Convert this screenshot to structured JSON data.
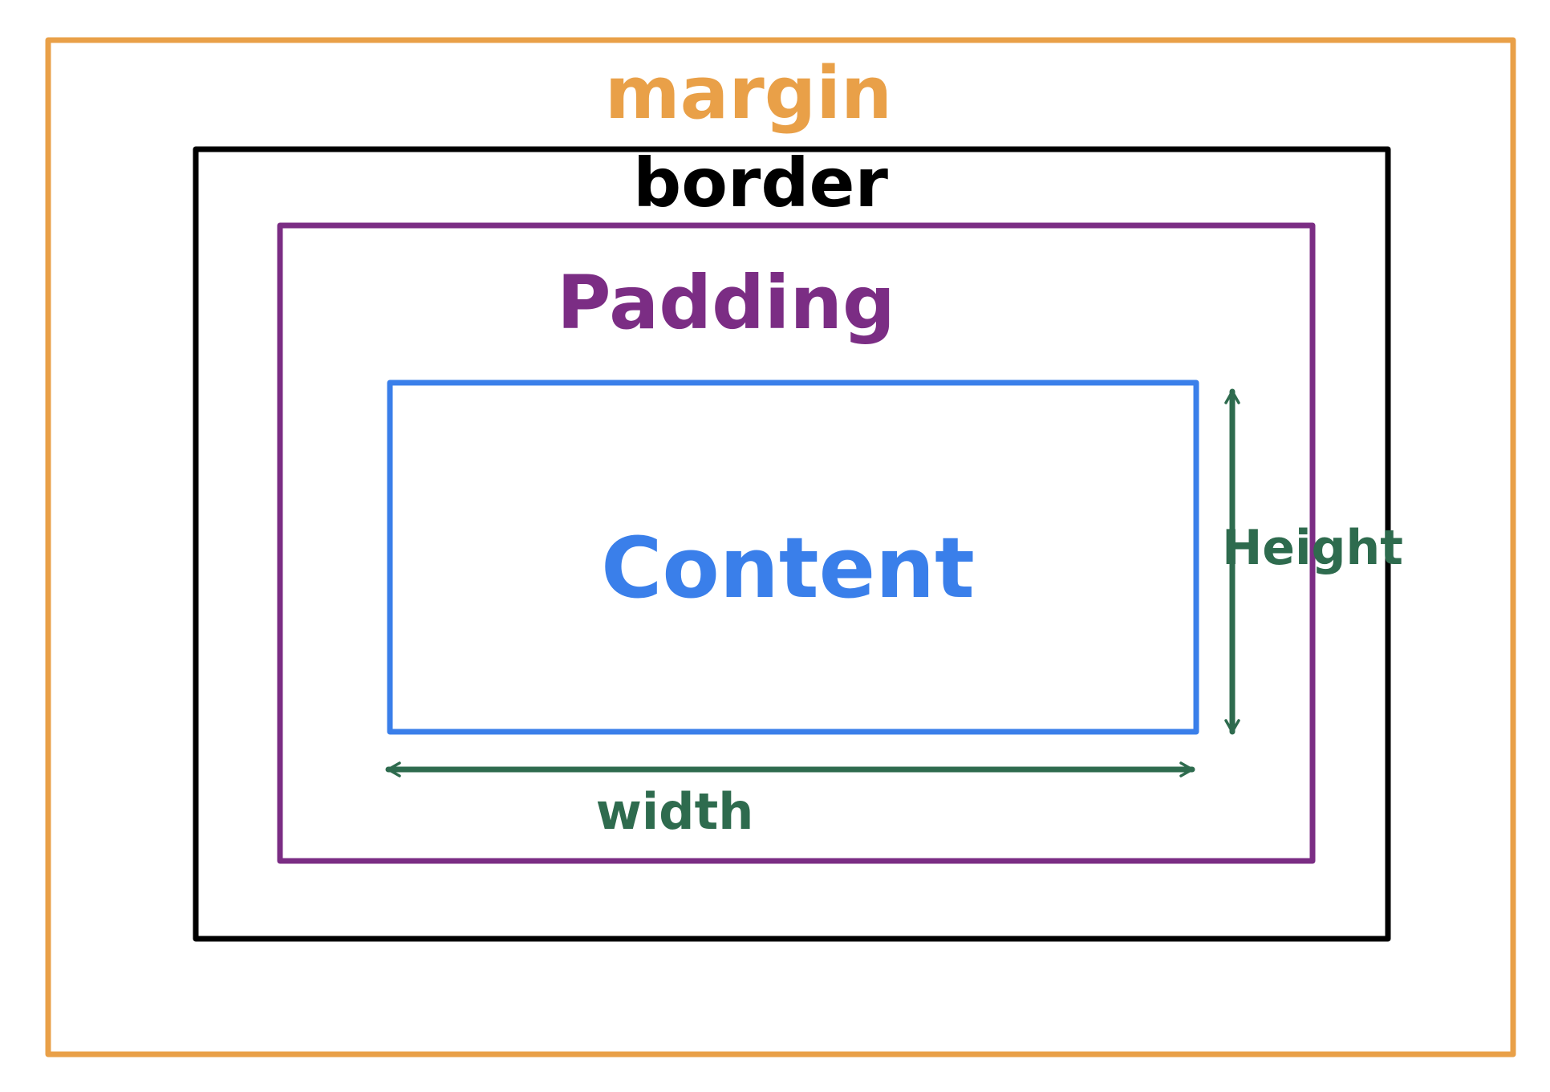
{
  "labels": {
    "margin": "margin",
    "border": "border",
    "padding": "Padding",
    "content": "Content",
    "height": "Height",
    "width": "width"
  },
  "colors": {
    "margin": "#E9A048",
    "border": "#000000",
    "padding": "#7B2D84",
    "content": "#3A7FEA",
    "dimension": "#2E6B4E",
    "background": "#FFFFFF"
  }
}
